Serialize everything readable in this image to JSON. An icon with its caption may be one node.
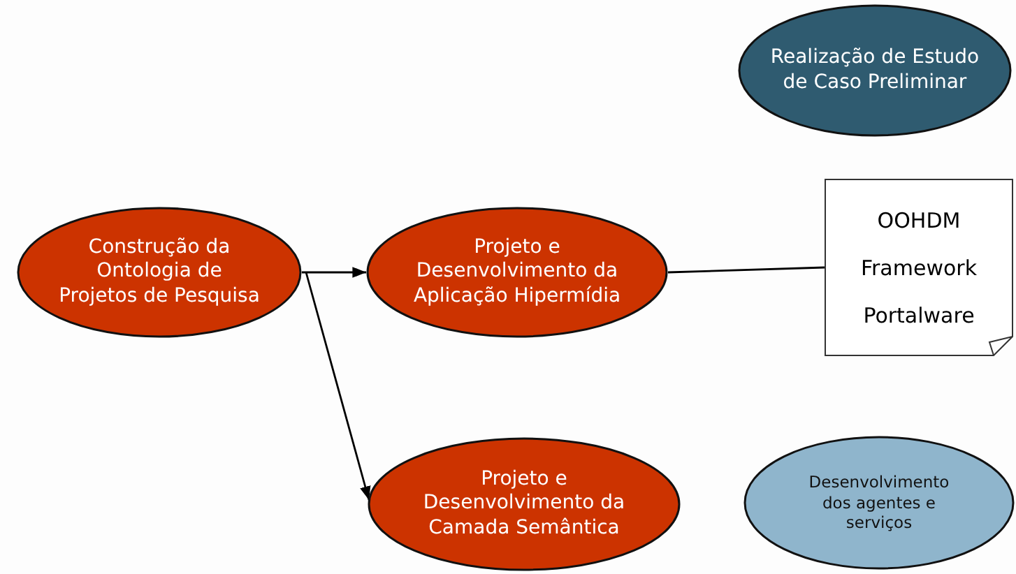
{
  "diagram": {
    "nodes": [
      {
        "text": [
          "Realização de Estudo de Caso Preliminar"
        ]
      },
      {
        "text": [
          "Construção da Ontologia de Projetos de Pesquisa"
        ]
      },
      {
        "text": [
          "Projeto e Desenvolvimento da Aplicação Hipermídia"
        ]
      },
      {
        "text": [
          "OOHDM",
          "Framework",
          "Portalware"
        ]
      },
      {
        "text": [
          "Projeto e Desenvolvimento da Camada Semântica"
        ]
      },
      {
        "text": [
          "Desenvolvimento dos agentes e serviços"
        ]
      }
    ],
    "edges": [
      {
        "from": 1,
        "to": 2,
        "arrow": "to"
      },
      {
        "from": 1,
        "to": 4,
        "arrow": "to"
      },
      {
        "from": 2,
        "to": 3,
        "arrow": "none"
      }
    ]
  }
}
